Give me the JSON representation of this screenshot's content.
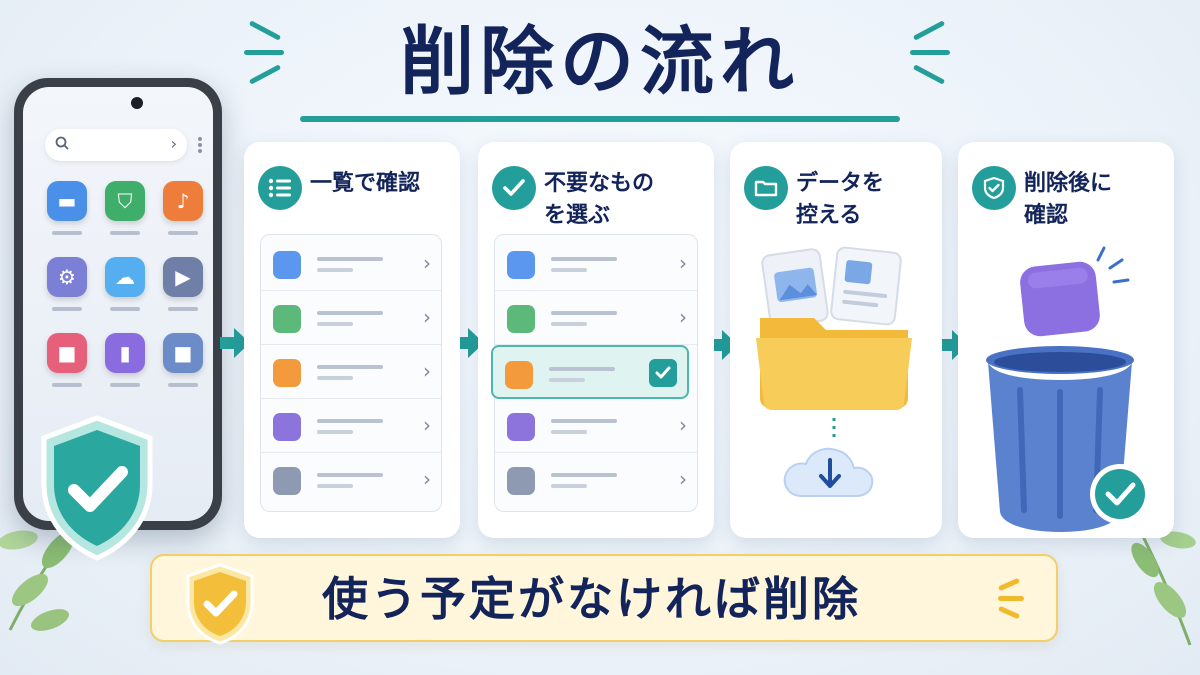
{
  "title": "削除の流れ",
  "colors": {
    "accent": "#239e9a",
    "navy": "#13245a",
    "gold": "#f1cf6a"
  },
  "phone": {
    "search_icon": "search-icon",
    "search_chevron": "›",
    "apps": [
      {
        "icon": "message-icon",
        "color": "#4a8fe8"
      },
      {
        "icon": "shield-icon",
        "color": "#3fae6a"
      },
      {
        "icon": "music-icon",
        "color": "#ee7d3c"
      },
      {
        "icon": "gear-icon",
        "color": "#7b7fd6"
      },
      {
        "icon": "cloud-icon",
        "color": "#55aef0"
      },
      {
        "icon": "play-icon",
        "color": "#6f7fa8"
      },
      {
        "icon": "bag-icon",
        "color": "#e6607c"
      },
      {
        "icon": "chart-icon",
        "color": "#8a6ce0"
      },
      {
        "icon": "square-icon",
        "color": "#6b8bc9"
      }
    ]
  },
  "steps": [
    {
      "label": "一覧で確認",
      "icon": "list-icon"
    },
    {
      "label": "不要なもの\nを選ぶ",
      "icon": "check-circle-icon"
    },
    {
      "label": "データを\n控える",
      "icon": "folder-icon"
    },
    {
      "label": "削除後に\n確認",
      "icon": "shield-check-icon"
    }
  ],
  "list_colors": [
    "#5b96ef",
    "#5cb97a",
    "#f39a3c",
    "#8c74dc",
    "#8d9ab2"
  ],
  "banner": {
    "text": "使う予定がなければ削除"
  }
}
